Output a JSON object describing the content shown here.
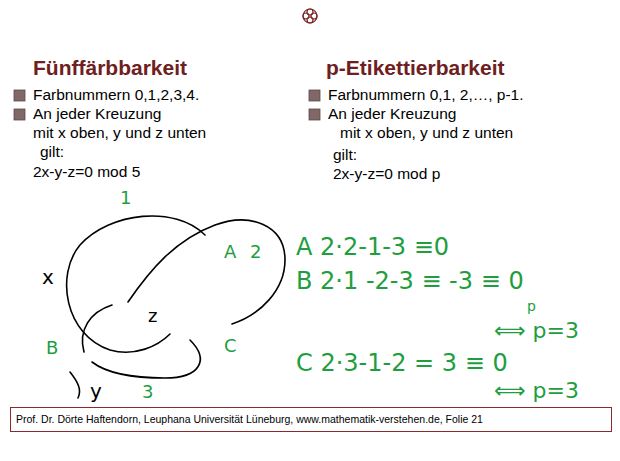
{
  "diagram": {
    "nodes": [
      {
        "text": [
          "Prof. Dr. Dörte Haftendorn, Leuphana Universität Lüneburg, www.mathematik-verstehen.de, Folie 21"
        ]
      }
    ],
    "labels": [
      "Fünffärbbarkeit",
      "p-Etikettierbarkeit",
      "Farbnummern 0,1,2,3,4.",
      "An jeder Kreuzung",
      "mit x oben, y und z unten",
      "gilt:",
      "2x-y-z=0 mod 5",
      "Farbnummern 0,1, 2,…, p-1.",
      "An jeder Kreuzung",
      "mit x oben, y und z unten",
      "gilt:",
      "2x-y-z=0 mod p",
      "1",
      "A",
      "2",
      "x",
      "z",
      "B",
      "C",
      "3",
      "y",
      "A 2·2-1-3 ≡0",
      "B 2·1 -2-3 ≡ -3 ≡ 0",
      "p",
      "⟺ p=3",
      "C 2·3-1-2 = 3 ≡ 0",
      "⟺ p=3"
    ]
  }
}
